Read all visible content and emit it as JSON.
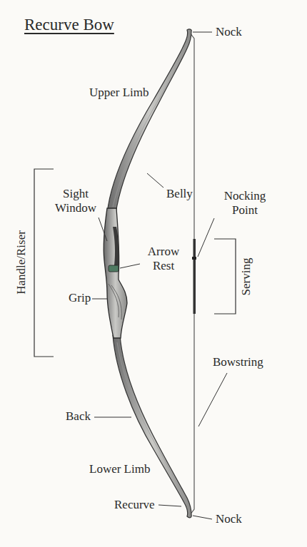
{
  "diagram": {
    "title": "Recurve Bow",
    "labels": [
      "Nock",
      "Upper Limb",
      "Belly",
      "Sight Window",
      "Nocking Point",
      "Arrow Rest",
      "Handle/Riser",
      "Serving",
      "Grip",
      "Bowstring",
      "Back",
      "Lower Limb",
      "Recurve",
      "Nock"
    ]
  }
}
